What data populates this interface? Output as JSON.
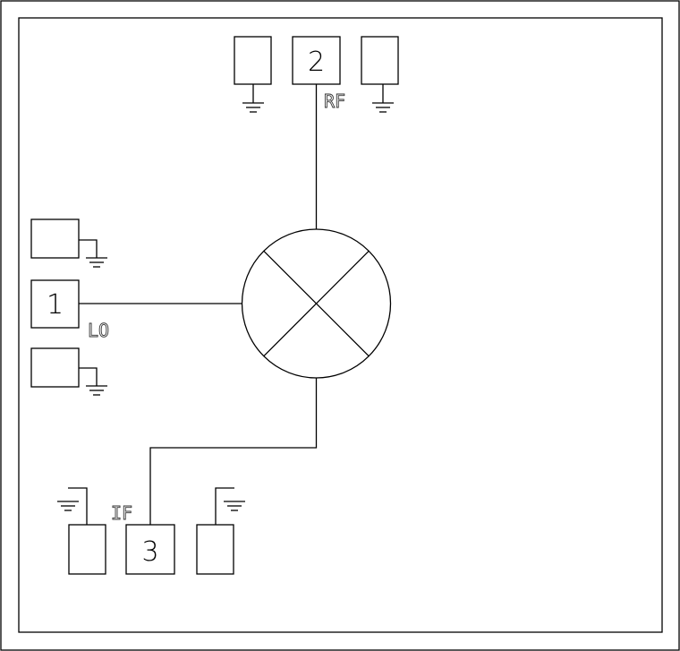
{
  "pins": {
    "lo": {
      "number": "1",
      "label": "LO"
    },
    "rf": {
      "number": "2",
      "label": "RF"
    },
    "if": {
      "number": "3",
      "label": "IF"
    }
  },
  "symbols": {
    "mixer": "mixer-circle-x-icon",
    "ground": "ground-icon"
  },
  "colors": {
    "line": "#000000",
    "background": "#ffffff"
  }
}
